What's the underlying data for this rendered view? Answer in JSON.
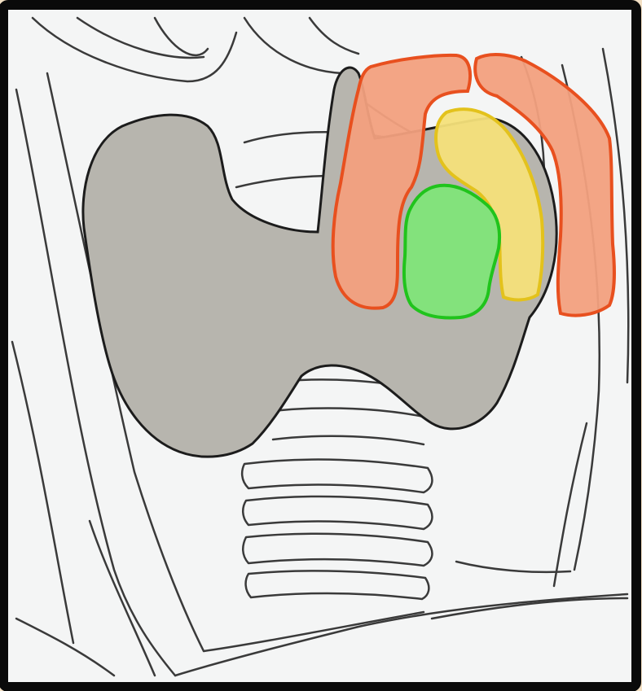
{
  "figure": {
    "frame_color": "#f3e0c4",
    "border_color": "#0a0a0a",
    "paper_color": "#f4f5f5",
    "gland_color": "#b7b5ae",
    "regions": [
      {
        "name": "thyroid-gland",
        "fill": "#b7b5ae",
        "stroke": "#1c1c1c"
      },
      {
        "name": "orange-region-left",
        "fill": "#f2a07e",
        "stroke": "#e8501f"
      },
      {
        "name": "orange-region-right",
        "fill": "#f2a07e",
        "stroke": "#e8501f"
      },
      {
        "name": "yellow-region",
        "fill": "#f4e07a",
        "stroke": "#e3c21c"
      },
      {
        "name": "green-region",
        "fill": "#82e27a",
        "stroke": "#20c41c"
      }
    ]
  }
}
